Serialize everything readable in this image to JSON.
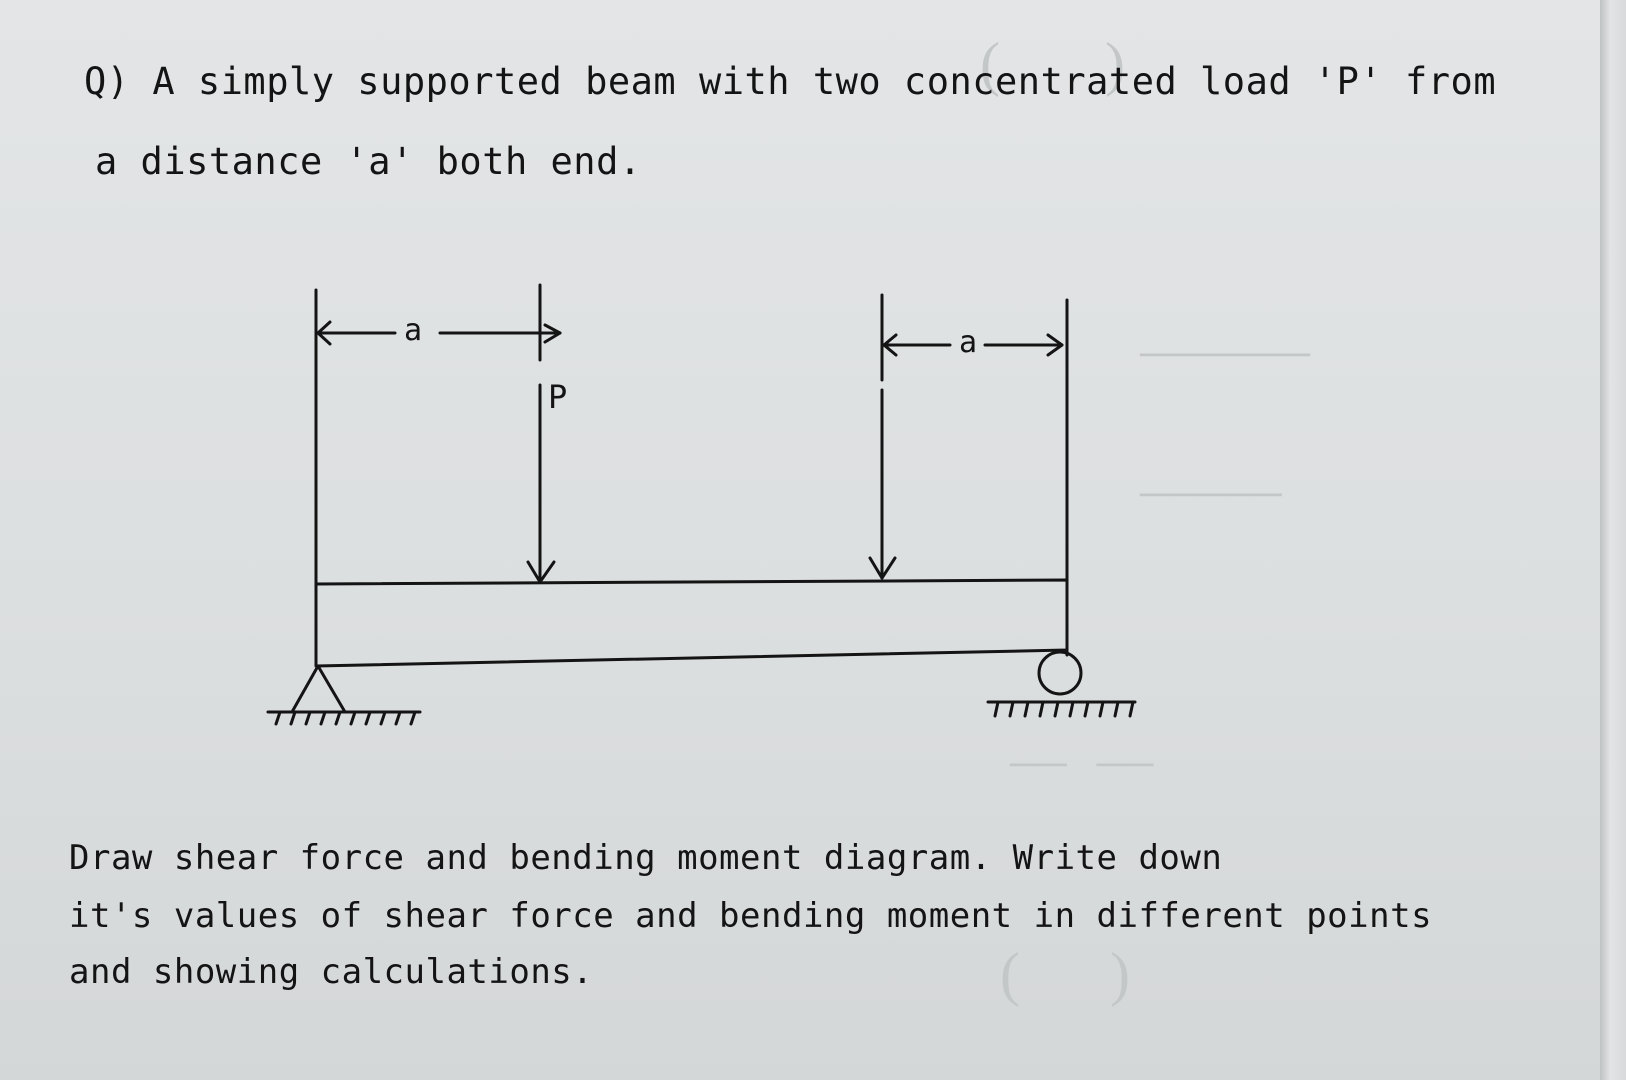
{
  "question": {
    "line1": "Q) A simply supported beam with two concentrated load 'P' from",
    "line2": "a distance 'a' both end."
  },
  "diagram": {
    "dim_left": "a",
    "dim_right": "a",
    "load_label": "P"
  },
  "task": {
    "line1": "Draw shear force and bending moment diagram. Write down",
    "line2": "it's values of shear force and bending moment in different points",
    "line3": "and showing calculations."
  }
}
